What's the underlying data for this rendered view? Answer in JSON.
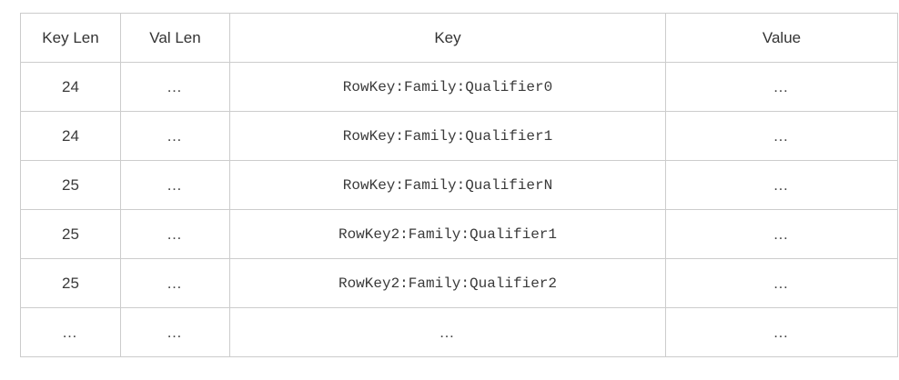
{
  "table": {
    "columns": [
      "Key Len",
      "Val Len",
      "Key",
      "Value"
    ],
    "rows": [
      [
        "24",
        "…",
        "RowKey:Family:Qualifier0",
        "…"
      ],
      [
        "24",
        "…",
        "RowKey:Family:Qualifier1",
        "…"
      ],
      [
        "25",
        "…",
        "RowKey:Family:QualifierN",
        "…"
      ],
      [
        "25",
        "…",
        "RowKey2:Family:Qualifier1",
        "…"
      ],
      [
        "25",
        "…",
        "RowKey2:Family:Qualifier2",
        "…"
      ],
      [
        "…",
        "…",
        "…",
        "…"
      ]
    ],
    "colors": {
      "border": "#cccccc",
      "text": "#3a3a3a",
      "background": "#ffffff"
    }
  }
}
